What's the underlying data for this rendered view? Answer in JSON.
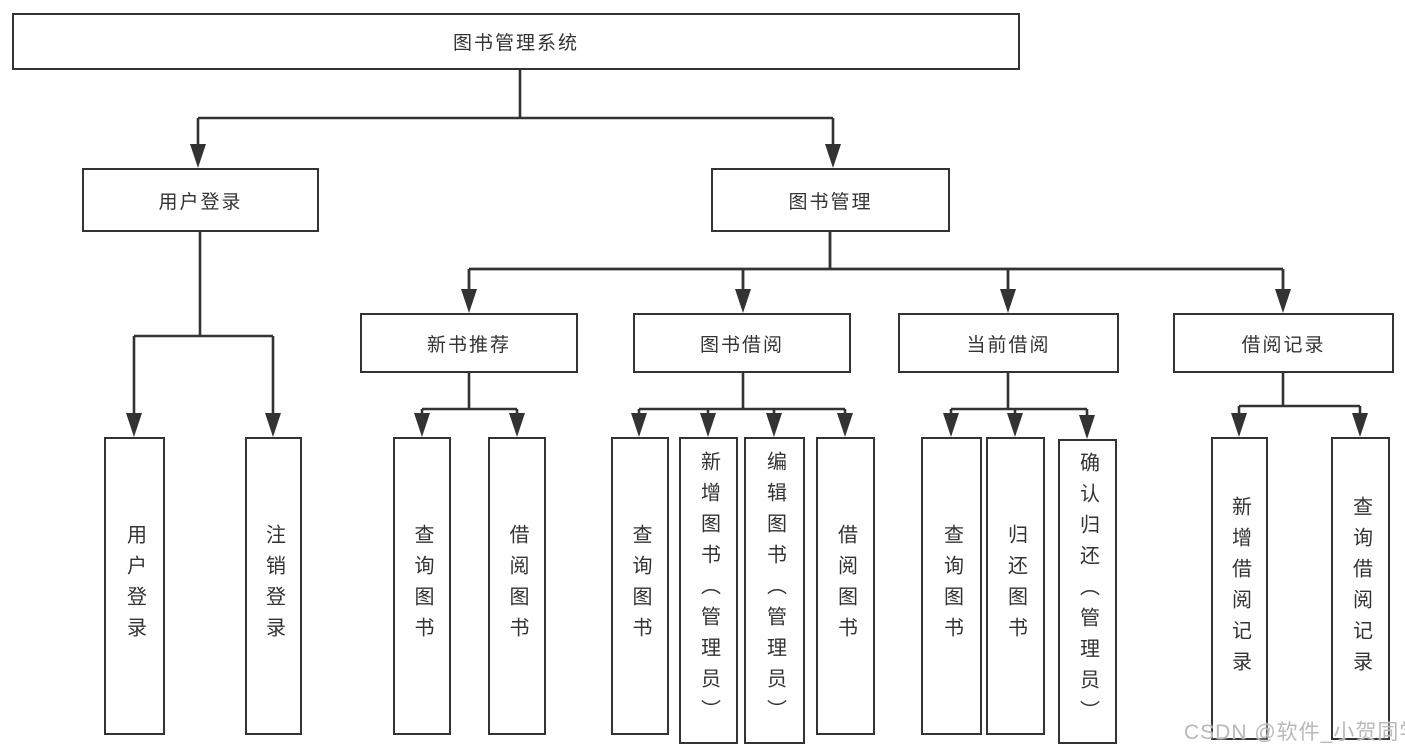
{
  "tree": {
    "label": "图书管理系统",
    "children": [
      {
        "label": "用户登录",
        "children": [
          {
            "label": "用户登录"
          },
          {
            "label": "注销登录"
          }
        ]
      },
      {
        "label": "图书管理",
        "children": [
          {
            "label": "新书推荐",
            "children": [
              {
                "label": "查询图书"
              },
              {
                "label": "借阅图书"
              }
            ]
          },
          {
            "label": "图书借阅",
            "children": [
              {
                "label": "查询图书"
              },
              {
                "label": "新增图书（管理员）"
              },
              {
                "label": "编辑图书（管理员）"
              },
              {
                "label": "借阅图书"
              }
            ]
          },
          {
            "label": "当前借阅",
            "children": [
              {
                "label": "查询图书"
              },
              {
                "label": "归还图书"
              },
              {
                "label": "确认归还（管理员）"
              }
            ]
          },
          {
            "label": "借阅记录",
            "children": [
              {
                "label": "新增借阅记录"
              },
              {
                "label": "查询借阅记录"
              }
            ]
          }
        ]
      }
    ]
  },
  "watermark": {
    "text": "CSDN @软件_小贺同学"
  },
  "colors": {
    "line": "#333333",
    "text": "#333333",
    "watermark": "#b9b9b9",
    "background": "#ffffff"
  }
}
